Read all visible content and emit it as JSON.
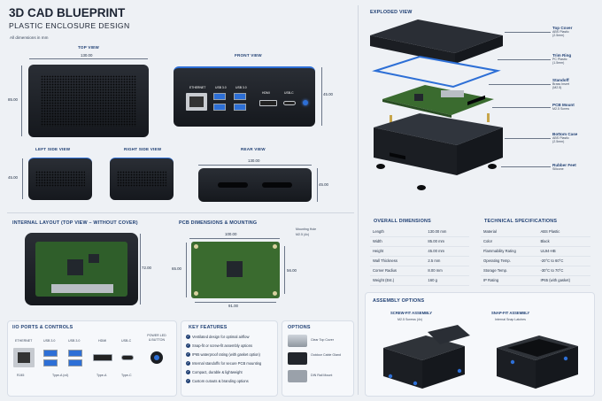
{
  "header": {
    "title": "3D CAD BLUEPRINT",
    "subtitle": "PLASTIC ENCLOSURE DESIGN",
    "note": "All dimensions in mm"
  },
  "views": {
    "top": {
      "label": "TOP VIEW",
      "width": "130.00",
      "height": "85.00"
    },
    "front": {
      "label": "FRONT VIEW",
      "height": "45.00",
      "ports": [
        "ETHERNET",
        "USB 3.0",
        "USB 3.0",
        "HDMI",
        "USB-C"
      ]
    },
    "left": {
      "label": "LEFT SIDE VIEW",
      "height": "45.00"
    },
    "right": {
      "label": "RIGHT SIDE VIEW"
    },
    "rear": {
      "label": "REAR VIEW",
      "width": "130.00",
      "height": "45.00"
    }
  },
  "internal": {
    "label": "INTERNAL LAYOUT (TOP VIEW – WITHOUT COVER)",
    "height": "72.00"
  },
  "pcb": {
    "label": "PCB DIMENSIONS & MOUNTING",
    "width": "100.00",
    "height": "65.00",
    "inner_height": "56.00",
    "bottom_width": "91.00",
    "hole": "Mounting Hole",
    "hole_spec": "M2.5 (4x)"
  },
  "exploded": {
    "label": "EXPLODED VIEW",
    "parts": [
      {
        "name": "Top Cover",
        "spec1": "ABS Plastic",
        "spec2": "(2.5mm)"
      },
      {
        "name": "Trim Ring",
        "spec1": "PC Plastic",
        "spec2": "(1.5mm)"
      },
      {
        "name": "Standoff",
        "spec1": "Brass Insert",
        "spec2": "(M2.5)"
      },
      {
        "name": "PCB Mount",
        "spec1": "M2.5 Screw",
        "spec2": ""
      },
      {
        "name": "Bottom Case",
        "spec1": "ABS Plastic",
        "spec2": "(2.5mm)"
      },
      {
        "name": "Rubber Feet",
        "spec1": "Silicone",
        "spec2": ""
      }
    ]
  },
  "overall": {
    "label": "OVERALL DIMENSIONS",
    "rows": [
      [
        "Length",
        "130.00 mm"
      ],
      [
        "Width",
        "85.00 mm"
      ],
      [
        "Height",
        "45.00 mm"
      ],
      [
        "Wall Thickness",
        "2.5 mm"
      ],
      [
        "Corner Radius",
        "8.00 mm"
      ],
      [
        "Weight (Est.)",
        "160 g"
      ]
    ]
  },
  "technical": {
    "label": "TECHNICAL SPECIFICATIONS",
    "rows": [
      [
        "Material",
        "ABS Plastic"
      ],
      [
        "Color",
        "Black"
      ],
      [
        "Flammability Rating",
        "UL94-HB"
      ],
      [
        "Operating Temp.",
        "-20°C to 60°C"
      ],
      [
        "Storage Temp.",
        "-30°C to 70°C"
      ],
      [
        "IP Rating",
        "IP65 (with gasket)"
      ]
    ]
  },
  "io": {
    "label": "I/O PORTS & CONTROLS",
    "ports": [
      {
        "name": "ETHERNET",
        "sub": "RJ45"
      },
      {
        "name": "USB 3.0",
        "sub": "Type-A (x4)"
      },
      {
        "name": "USB 3.0",
        "sub": ""
      },
      {
        "name": "HDMI",
        "sub": "Type-A"
      },
      {
        "name": "USB-C",
        "sub": "Type-C"
      },
      {
        "name": "POWER LED & BUTTON",
        "sub": ""
      }
    ]
  },
  "features": {
    "label": "KEY FEATURES",
    "items": [
      "Ventilated design for optimal airflow",
      "Snap-fit or screw-fit assembly options",
      "IP65 waterproof rating (with gasket option)",
      "Internal standoffs for secure PCB mounting",
      "Compact, durable & lightweight",
      "Custom cutouts & branding options"
    ]
  },
  "options": {
    "label": "OPTIONS",
    "items": [
      "Clear Top Cover",
      "Outdoor Cable Gland",
      "DIN Rail Mount"
    ]
  },
  "assembly": {
    "label": "ASSEMBLY OPTIONS",
    "screw": {
      "title": "SCREW-FIT ASSEMBLY",
      "sub": "M2.5 Screws (4x)"
    },
    "snap": {
      "title": "SNAP-FIT ASSEMBLY",
      "sub": "Internal Snap Latches"
    }
  },
  "colors": {
    "accent": "#1f3f73",
    "enclosure": "#1b1e23",
    "pcb": "#2f5e2a",
    "led": "#2d6fd6"
  }
}
